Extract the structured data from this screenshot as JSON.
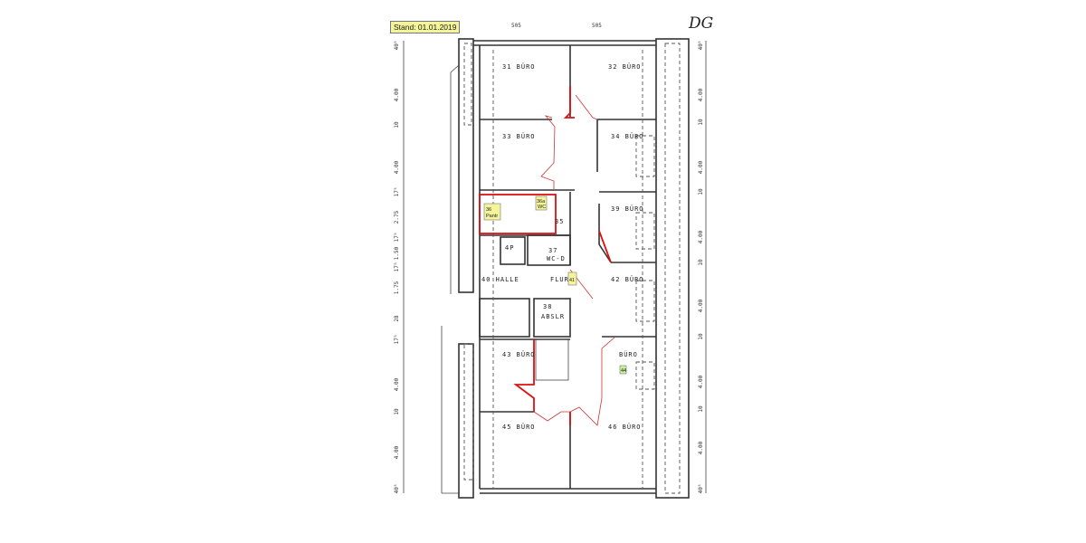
{
  "header": {
    "stand": "Stand: 01.01.2019",
    "floor": "DG"
  },
  "top_dims": [
    "505",
    "505"
  ],
  "left_dims": [
    "40⁵",
    "4.00",
    "10",
    "4.00",
    "17⁵",
    "2.75",
    "17⁵",
    "1.50",
    "17⁵",
    "1.75",
    "28",
    "17⁵",
    "4.00",
    "10",
    "4.00",
    "40⁵"
  ],
  "right_dims": [
    "40⁵",
    "4.00",
    "10",
    "4.00",
    "10",
    "4.00",
    "10",
    "4.00",
    "10",
    "4.00",
    "10",
    "4.00",
    "40⁵"
  ],
  "rooms": {
    "r31": "31 BÜRO",
    "r32": "32 BÜRO",
    "r33": "33 BÜRO",
    "r34": "34 BÜRO",
    "r35": "35",
    "r36": "36",
    "r36b": "Pantr",
    "r36a": "36a",
    "r36aw": "WC",
    "r37": "37",
    "r37b": "WC-D",
    "r39": "39 BÜRO",
    "r40": "40 HALLE",
    "r41": "FLUR",
    "r41tag": "41",
    "r42": "42 BÜRO",
    "r38": "38",
    "r38b": "ABSLR",
    "r43": "43 BÜRO",
    "r44": "BÜRO",
    "r44tag": "44",
    "r45": "45 BÜRO",
    "r46": "46 BÜRO",
    "r4p": "4P"
  },
  "colors": {
    "highlight": "#f4f49a",
    "redline": "#dd1111"
  }
}
